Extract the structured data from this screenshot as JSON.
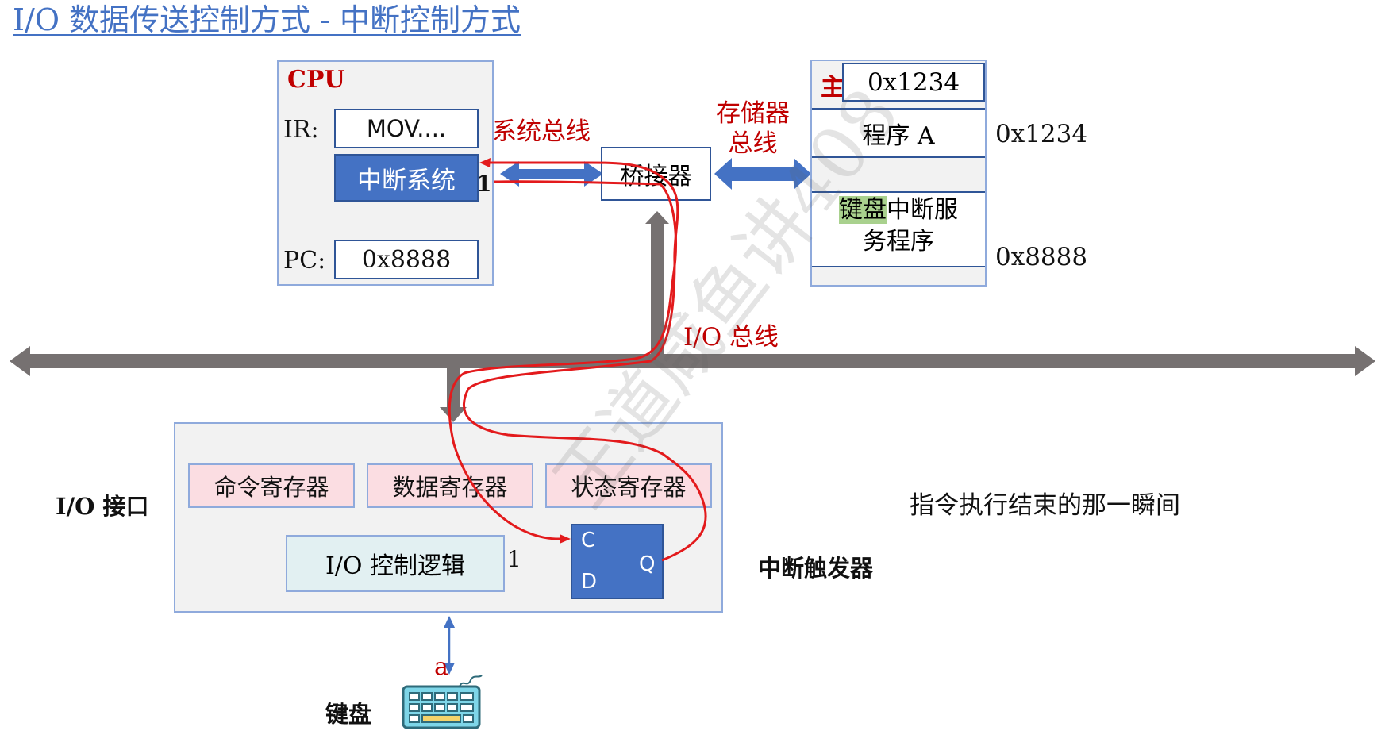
{
  "title": "I/O 数据传送控制方式 - 中断控制方式",
  "cpu": {
    "label": "CPU",
    "ir_label": "IR:",
    "ir_value": "MOV....",
    "interrupt_system": "中断系统",
    "interrupt_flag": "1",
    "pc_label": "PC:",
    "pc_value": "0x8888"
  },
  "bus": {
    "system_bus": "系统总线",
    "bridge": "桥接器",
    "memory_bus": "存储器\n总线",
    "io_bus": "I/O 总线"
  },
  "memory": {
    "label": "主",
    "top_value": "0x1234",
    "program_a": "程序 A",
    "program_a_addr": "0x1234",
    "service_highlight": "键盘",
    "service_rest_line1": "中断服",
    "service_line2": "务程序",
    "service_addr": "0x8888"
  },
  "io": {
    "interface_label": "I/O 接口",
    "command_reg": "命令寄存器",
    "data_reg": "数据寄存器",
    "status_reg": "状态寄存器",
    "control_logic": "I/O 控制逻辑",
    "control_out": "1",
    "ff_c": "C",
    "ff_d": "D",
    "ff_q": "Q",
    "trigger_label": "中断触发器"
  },
  "keyboard": {
    "label": "键盘",
    "key_char": "a",
    "icon": "keyboard-icon"
  },
  "note": "指令执行结束的那一瞬间",
  "watermark": "王道咸鱼讲408",
  "colors": {
    "accent_blue": "#4472c4",
    "border_blue": "#2f5597",
    "bus_gray": "#767171",
    "red": "#c00000",
    "pink": "#fbdde2",
    "cyan": "#e2f0f2",
    "green_highlight": "#a9d18e"
  }
}
